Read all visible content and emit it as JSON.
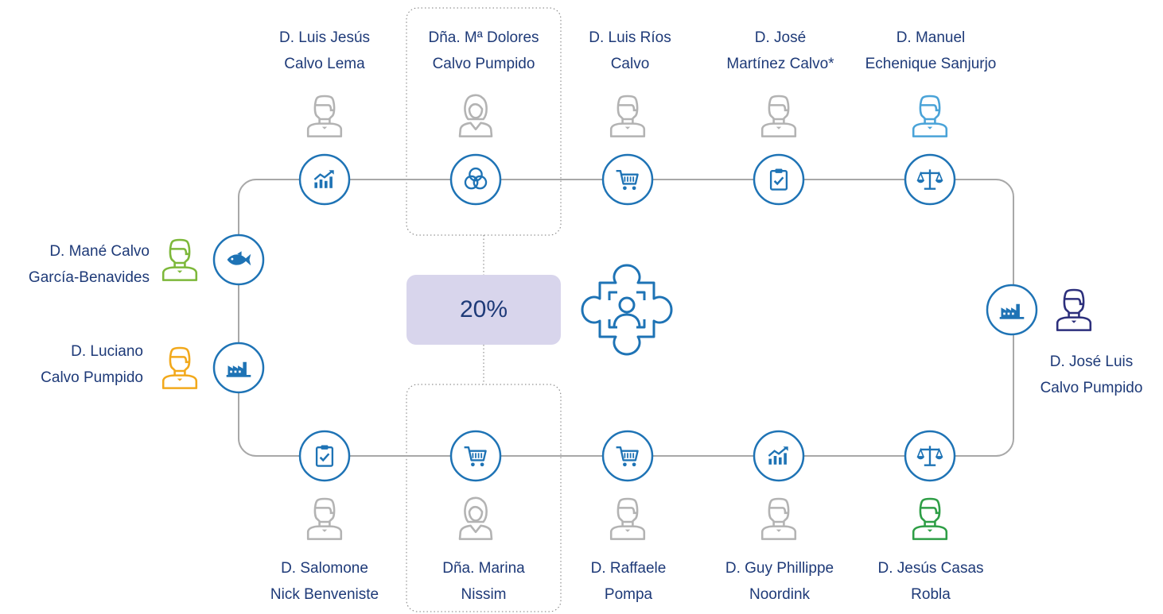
{
  "center": {
    "percentage": "20%"
  },
  "icons": {
    "center": "puzzle-person-icon"
  },
  "colors": {
    "line": "#a8a8a8",
    "node": "#1e73b5",
    "person_gray": "#b3b3b3",
    "person_lightblue": "#4aa3d8",
    "person_navy": "#2c2f7c",
    "person_green": "#2e9e46",
    "person_lime": "#7db83a",
    "person_orange": "#f2a91c",
    "highlight_box": "#d8d5ec",
    "text": "#1e3a78"
  },
  "members": [
    {
      "name": "D. Luis Jesús\nCalvo Lema",
      "icon": "growth-chart-icon",
      "figure": "man",
      "color": "#b3b3b3"
    },
    {
      "name": "Dña. Mª Dolores\nCalvo Pumpido",
      "icon": "venn-circles-icon",
      "figure": "woman",
      "color": "#b3b3b3"
    },
    {
      "name": "D. Luis Ríos\nCalvo",
      "icon": "shopping-cart-icon",
      "figure": "man",
      "color": "#b3b3b3"
    },
    {
      "name": "D. José\nMartínez Calvo*",
      "icon": "clipboard-check-icon",
      "figure": "man",
      "color": "#b3b3b3"
    },
    {
      "name": "D. Manuel\nEchenique Sanjurjo",
      "icon": "balance-scale-icon",
      "figure": "man",
      "color": "#4aa3d8"
    },
    {
      "name": "D. José Luis\nCalvo Pumpido",
      "icon": "factory-icon",
      "figure": "man",
      "color": "#2c2f7c"
    },
    {
      "name": "D. Jesús Casas\nRobla",
      "icon": "balance-scale-icon",
      "figure": "man",
      "color": "#2e9e46"
    },
    {
      "name": "D. Guy Phillippe\nNoordink",
      "icon": "growth-chart-icon",
      "figure": "man",
      "color": "#b3b3b3"
    },
    {
      "name": "D. Raffaele\nPompa",
      "icon": "shopping-cart-icon",
      "figure": "man",
      "color": "#b3b3b3"
    },
    {
      "name": "Dña. Marina\nNissim",
      "icon": "shopping-cart-icon",
      "figure": "woman",
      "color": "#b3b3b3"
    },
    {
      "name": "D. Salomone\nNick Benveniste",
      "icon": "clipboard-check-icon",
      "figure": "man",
      "color": "#b3b3b3"
    },
    {
      "name": "D. Luciano\nCalvo Pumpido",
      "icon": "factory-icon",
      "figure": "man",
      "color": "#f2a91c"
    },
    {
      "name": "D. Mané Calvo\nGarcía-Benavides",
      "icon": "fish-icon",
      "figure": "man",
      "color": "#7db83a"
    }
  ]
}
